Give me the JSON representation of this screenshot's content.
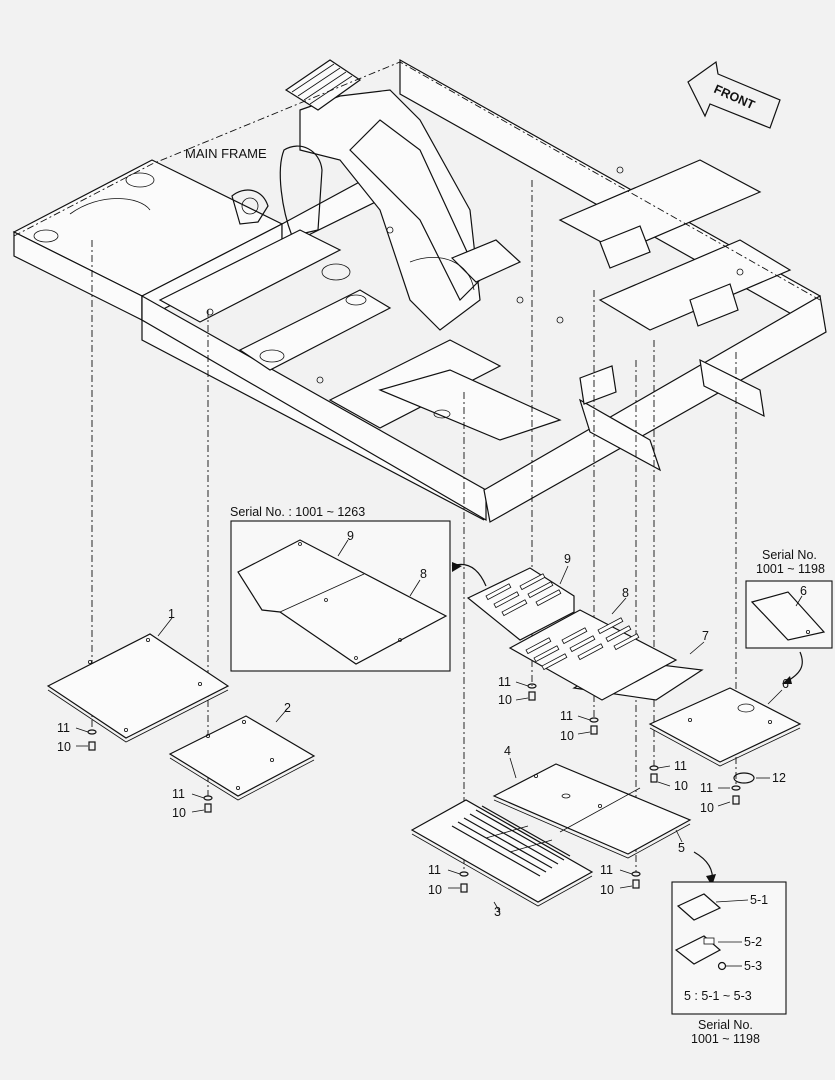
{
  "title": "MAIN FRAME",
  "front_label": "FRONT",
  "inset_left": {
    "caption": "Serial No. : 1001 ~ 1263",
    "part_labels": [
      "9",
      "8"
    ]
  },
  "inset_right_top": {
    "caption_line1": "Serial No.",
    "caption_line2": "1001 ~ 1198",
    "part_label": "6"
  },
  "inset_bottom_right": {
    "labels": [
      "5-1",
      "5-2",
      "5-3"
    ],
    "formula": "5 : 5-1 ~ 5-3",
    "caption_line1": "Serial No.",
    "caption_line2": "1001 ~ 1198"
  },
  "parts": {
    "p1": "1",
    "p2": "2",
    "p3": "3",
    "p4": "4",
    "p5": "5",
    "p6": "6",
    "p7": "7",
    "p8": "8",
    "p9": "9",
    "p12": "12"
  },
  "fasteners": {
    "bolt": "10",
    "washer": "11"
  }
}
